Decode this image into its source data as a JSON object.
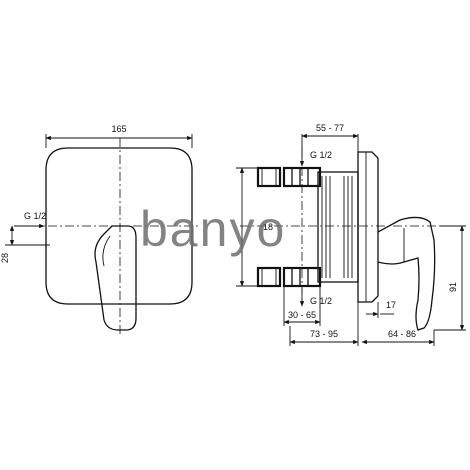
{
  "dimensions": {
    "plate_width": "165",
    "outlet_left": "G 1/2",
    "offset_left": "28",
    "connection_top": "G 1/2",
    "connection_bottom": "G 1/2",
    "depth_top": "55 - 77",
    "pipe_spacing": "18",
    "range_30_65": "30 - 65",
    "range_73_95": "73 - 95",
    "range_64_86": "64 - 86",
    "gap_17": "17",
    "height_91": "91"
  },
  "watermark": {
    "brand_pre": "ban",
    "brand_post": "yo"
  }
}
